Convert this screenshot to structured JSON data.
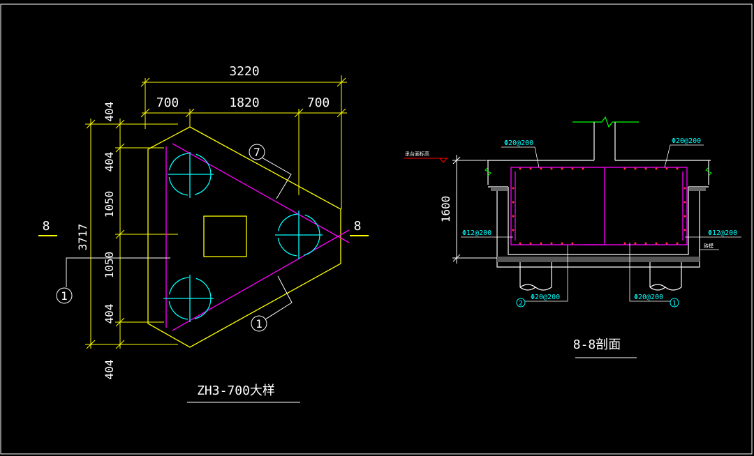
{
  "plan": {
    "dims_top": {
      "total": "3220",
      "left": "700",
      "middle": "1820",
      "right": "700"
    },
    "dims_left": {
      "top_outer": "404",
      "top_inner": "404",
      "upper": "1050",
      "lower": "1050",
      "bottom_inner": "404",
      "bottom_outer": "404",
      "total": "3717"
    },
    "section_mark_left": "8",
    "section_mark_right": "8",
    "callout_top": "7",
    "callout_left": "1",
    "callout_bottom": "1",
    "title": "ZH3-700大样"
  },
  "section": {
    "depth_dim": "1600",
    "top_bar_left": "Φ20@200",
    "top_bar_right": "Φ20@200",
    "side_left": "Φ12@200",
    "side_right": "Φ12@200",
    "side_right_note": "砖模",
    "level_note": "承台面标高",
    "bottom_left_callout": "2",
    "bottom_left_bar": "Φ20@200",
    "bottom_right_bar": "Φ20@200",
    "bottom_right_callout": "1",
    "title": "8-8剖面"
  },
  "colors": {
    "background": "#000000",
    "outline": "#ffff00",
    "rebar": "#ff00ff",
    "pile": "#00ffff",
    "dim": "#ffffff",
    "cut": "#00ff00",
    "level": "#ff0000"
  }
}
